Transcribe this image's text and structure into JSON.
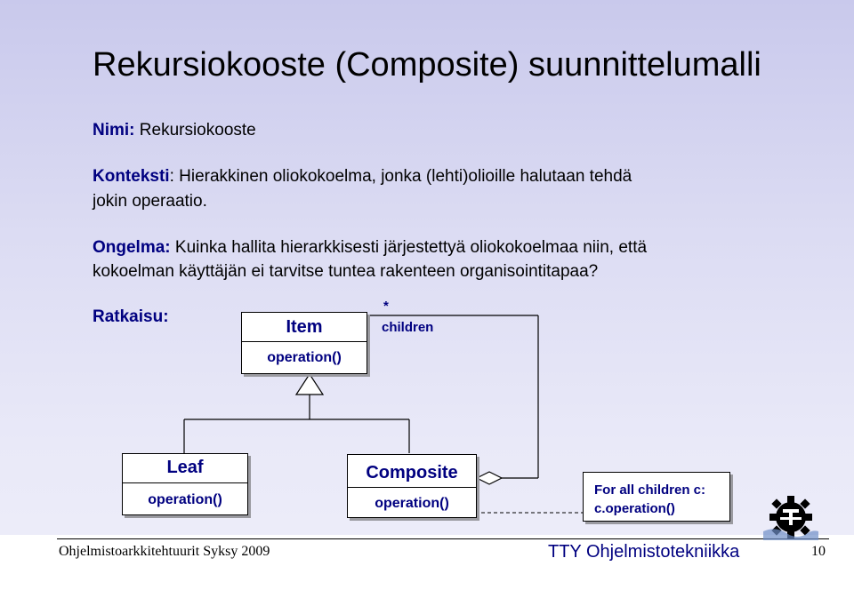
{
  "slide": {
    "title": "Rekursiokooste (Composite) suunnittelumalli",
    "nimi": {
      "label": "Nimi:",
      "text": " Rekursiokooste"
    },
    "konteksti": {
      "label": "Konteksti",
      "text1": ": Hierakkinen oliokokoelma, jonka (lehti)olioille halutaan tehdä",
      "text2": "jokin operaatio."
    },
    "ongelma": {
      "label": "Ongelma:",
      "text1": " Kuinka hallita hierarkkisesti järjestettyä oliokokoelmaa niin, että",
      "text2": "kokoelman käyttäjän ei tarvitse tuntea rakenteen organisointitapaa?"
    },
    "ratkaisu": "Ratkaisu:"
  },
  "diagram": {
    "item": {
      "name": "Item",
      "operation": "operation()"
    },
    "leaf": {
      "name": "Leaf",
      "operation": "operation()"
    },
    "composite": {
      "name": "Composite",
      "operation": "operation()"
    },
    "association": {
      "multiplicity": "*",
      "role": "children"
    },
    "note": {
      "line1": "For all children c:",
      "line2": "c.operation()"
    }
  },
  "colors": {
    "accent": "#000080",
    "background": "#d6d6f1",
    "shadow": "#9a9aa0"
  },
  "footer": {
    "course": "Ohjelmistoarkkitehtuurit Syksy 2009",
    "institution": "TTY Ohjelmistotekniikka",
    "page": "10",
    "logo_icon": "gear-logo-icon"
  }
}
